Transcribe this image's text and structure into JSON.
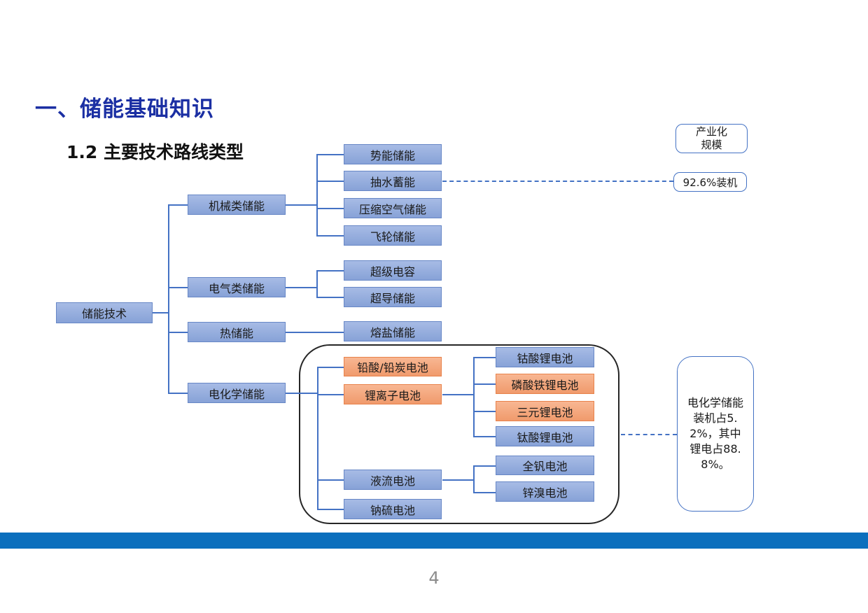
{
  "slide": {
    "title": "一、储能基础知识",
    "subtitle": "1.2 主要技术路线类型",
    "page_number": "4"
  },
  "tree": {
    "root": "储能技术",
    "branches": {
      "mechanical": {
        "label": "机械类储能",
        "children": {
          "potential": "势能储能",
          "pumped_hydro": "抽水蓄能",
          "compressed_air": "压缩空气储能",
          "flywheel": "飞轮储能"
        }
      },
      "electrical": {
        "label": "电气类储能",
        "children": {
          "supercapacitor": "超级电容",
          "superconducting": "超导储能"
        }
      },
      "thermal": {
        "label": "热储能",
        "children": {
          "molten_salt": "熔盐储能"
        }
      },
      "electrochemical": {
        "label": "电化学储能",
        "children": {
          "lead_acid": "铅酸/铅炭电池",
          "lithium_ion": "锂离子电池",
          "flow_battery": "液流电池",
          "sodium_sulfur": "钠硫电池"
        }
      }
    },
    "lithium_children": {
      "lco": "钴酸锂电池",
      "lfp": "磷酸铁锂电池",
      "nmc": "三元锂电池",
      "lto": "钛酸锂电池"
    },
    "flow_children": {
      "vanadium": "全钒电池",
      "zinc_bromine": "锌溴电池"
    }
  },
  "annotations": {
    "industrial_scale_line1": "产业化",
    "industrial_scale_line2": "规模",
    "pumped_hydro_share": "92.6%装机",
    "electrochemical_note": "电化学储能装机占5.2%，其中锂电占88.8%。"
  },
  "colors": {
    "title_blue": "#1B2FA3",
    "node_blue_top": "#A7BBE5",
    "node_blue_bottom": "#87A2D7",
    "node_blue_border": "#6787C6",
    "node_orange_top": "#F8B793",
    "node_orange_bottom": "#F09A6C",
    "node_orange_border": "#E8824B",
    "connector": "#4472C4",
    "container_border": "#262626",
    "footer_bar": "#0C6FBD",
    "page_number_gray": "#8C8C8C"
  }
}
